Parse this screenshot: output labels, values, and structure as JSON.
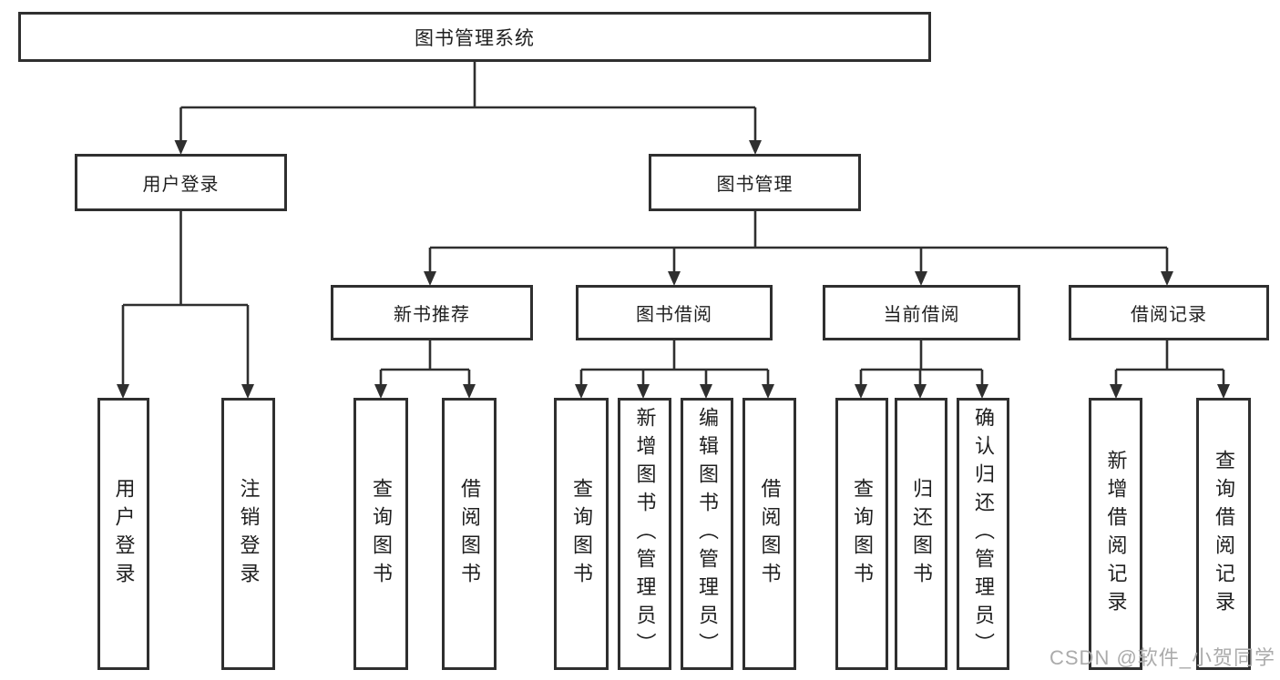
{
  "diagram": {
    "title": "图书管理系统",
    "level2": {
      "user_login": "用户登录",
      "book_management": "图书管理"
    },
    "level3": {
      "new_book_recommend": "新书推荐",
      "book_borrow": "图书借阅",
      "current_borrow": "当前借阅",
      "borrow_record": "借阅记录"
    },
    "leaves": {
      "user_login": [
        "用户登录",
        "注销登录"
      ],
      "new_book_recommend": [
        "查询图书",
        "借阅图书"
      ],
      "book_borrow": [
        "查询图书",
        "新增图书（管理员）",
        "编辑图书（管理员）",
        "借阅图书"
      ],
      "current_borrow": [
        "查询图书",
        "归还图书",
        "确认归还（管理员）"
      ],
      "borrow_record": [
        "新增借阅记录",
        "查询借阅记录"
      ]
    }
  },
  "watermark": "CSDN @软件_小贺同学",
  "colors": {
    "line": "#2f2f2f",
    "text": "#1f1f1f",
    "watermark": "#ababab",
    "background": "#ffffff"
  }
}
